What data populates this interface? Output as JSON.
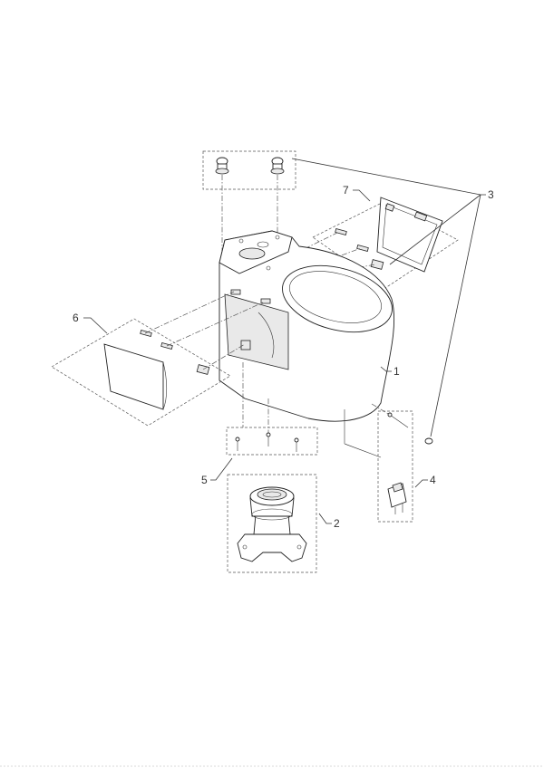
{
  "callouts": [
    {
      "id": "1",
      "label": "1"
    },
    {
      "id": "2",
      "label": "2"
    },
    {
      "id": "3",
      "label": "3"
    },
    {
      "id": "4",
      "label": "4"
    },
    {
      "id": "5",
      "label": "5"
    },
    {
      "id": "6",
      "label": "6"
    },
    {
      "id": "7",
      "label": "7"
    }
  ],
  "colors": {
    "line": "#333333",
    "background": "#ffffff"
  }
}
